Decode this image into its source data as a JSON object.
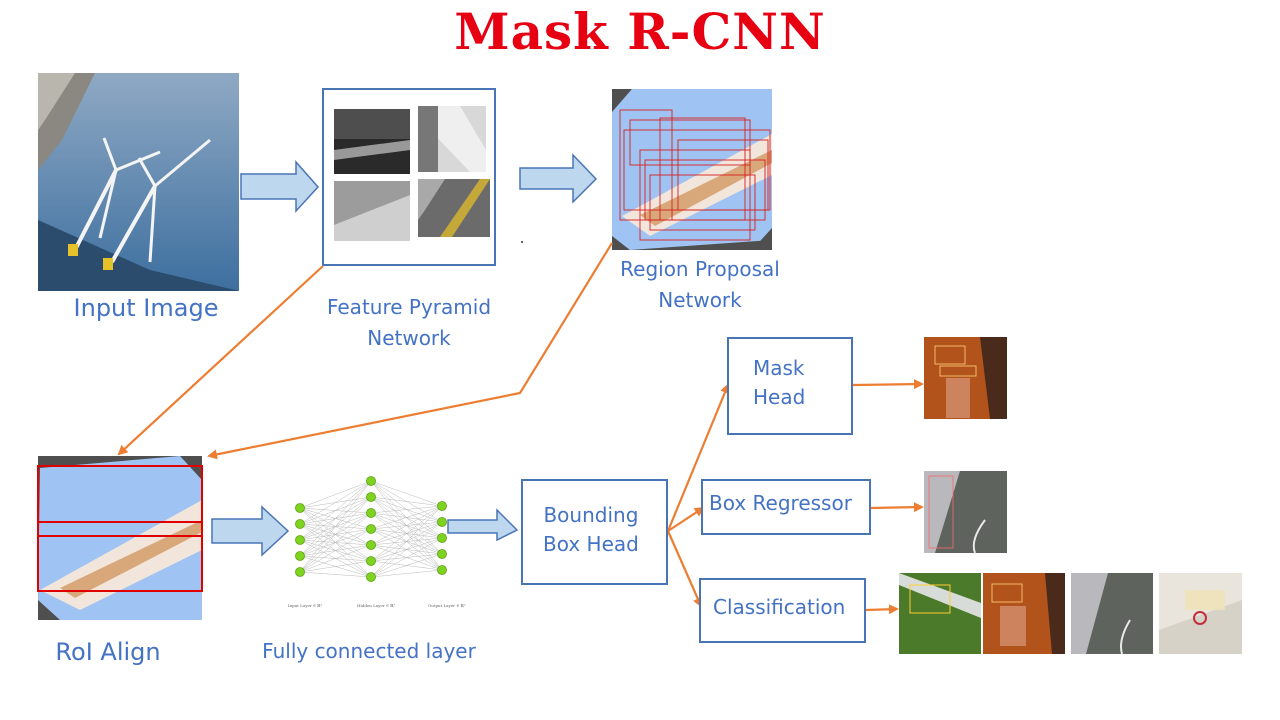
{
  "title": "Mask R-CNN",
  "labels": {
    "input_image": "Input Image",
    "fpn_line1": "Feature Pyramid",
    "fpn_line2": "Network",
    "rpn_line1": "Region Proposal",
    "rpn_line2": "Network",
    "roi_align": "RoI Align",
    "fc_layer": "Fully connected layer"
  },
  "boxes": {
    "mask_head_line1": "Mask",
    "mask_head_line2": "Head",
    "box_regressor": "Box Regressor",
    "classification": "Classification",
    "bbox_head_line1": "Bounding",
    "bbox_head_line2": "Box Head"
  },
  "nn_labels": {
    "input": "Input Layer ∈ ℝ⁵",
    "hidden": "Hidden Layer ∈ ℝ⁷",
    "output": "Output Layer ∈ ℝ⁵"
  },
  "colors": {
    "title": "#e60012",
    "label": "#4472c4",
    "box_border": "#4a75b5",
    "connector": "#ed7d31",
    "block_arrow_fill": "#bdd7ee",
    "node": "#7fd320",
    "roi_box": "#e00000"
  }
}
